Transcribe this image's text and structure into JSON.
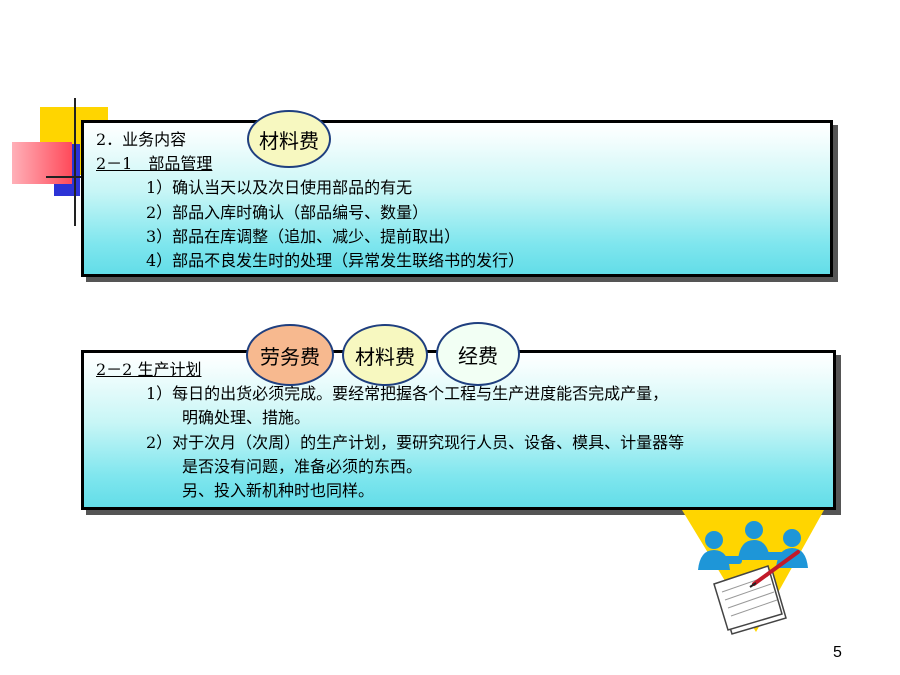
{
  "colors": {
    "deco_yellow": "#ffd500",
    "deco_blue": "#2c33d6",
    "deco_red": "#ff4a5a",
    "box_fill": "#7fe6ee",
    "oval_orange": "#f7b98f",
    "oval_light": "#f2fff4",
    "oval_border": "#1f3f7f"
  },
  "section1": {
    "title": "2．业务内容",
    "sub": "2－1　部品管理",
    "tag": "材料费",
    "items": [
      "1）确认当天以及次日使用部品的有无",
      "2）部品入库时确认（部品编号、数量）",
      "3）部品在库调整（追加、减少、提前取出）",
      "4）部品不良发生时的处理（异常发生联络书的发行）"
    ]
  },
  "section2": {
    "sub": "2－2 生产计划",
    "tags": [
      "劳务费",
      "材料费",
      "经费"
    ],
    "lines": [
      "1）每日的出货必须完成。要经常把握各个工程与生产进度能否完成产量，",
      "明确处理、措施。",
      "2）对于次月（次周）的生产计划，要研究现行人员、设备、模具、计量器等",
      "是否没有问题，准备必须的东西。",
      "另、投入新机种时也同样。"
    ]
  },
  "clipart": "meeting-people-with-document-and-pen",
  "page_number": "5"
}
